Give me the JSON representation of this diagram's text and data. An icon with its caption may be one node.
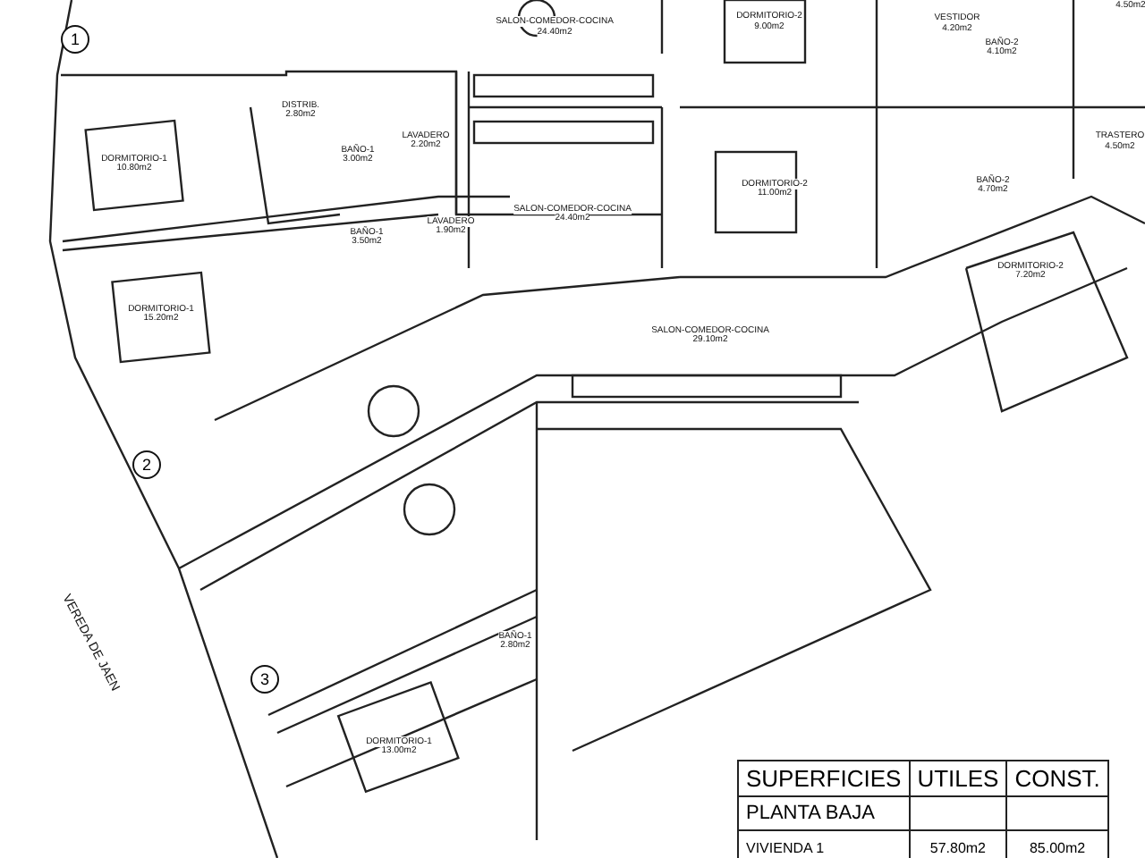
{
  "diagram": {
    "nodes": [
      {
        "text": [
          "1"
        ]
      },
      {
        "text": [
          "2"
        ]
      },
      {
        "text": [
          "3"
        ]
      }
    ],
    "labels": [
      "SALON-COMEDOR-COCINA",
      "24.40m2",
      "DORMITORIO-2",
      "9.00m2",
      "VESTIDOR",
      "4.20m2",
      "BAÑO-2",
      "4.10m2",
      "4.50m2",
      "DISTRIB.",
      "2.80m2",
      "BAÑO-1",
      "3.00m2",
      "LAVADERO",
      "2.20m2",
      "DORMITORIO-1",
      "10.80m2",
      "TRASTERO",
      "4.50m2",
      "BAÑO-1",
      "3.50m2",
      "LAVADERO",
      "1.90m2",
      "SALON-COMEDOR-COCINA",
      "24.40m2",
      "DORMITORIO-2",
      "11.00m2",
      "BAÑO-2",
      "4.70m2",
      "DORMITORIO-1",
      "15.20m2",
      "DORMITORIO-2",
      "7.20m2",
      "SALON-COMEDOR-COCINA",
      "29.10m2",
      "VEREDA DE JAEN",
      "BAÑO-1",
      "2.80m2",
      "DORMITORIO-1",
      "13.00m2",
      "SUPERFICIES",
      "UTILES",
      "CONST.",
      "PLANTA BAJA",
      "VIVIENDA 1",
      "57.80m2",
      "85.00m2"
    ]
  }
}
